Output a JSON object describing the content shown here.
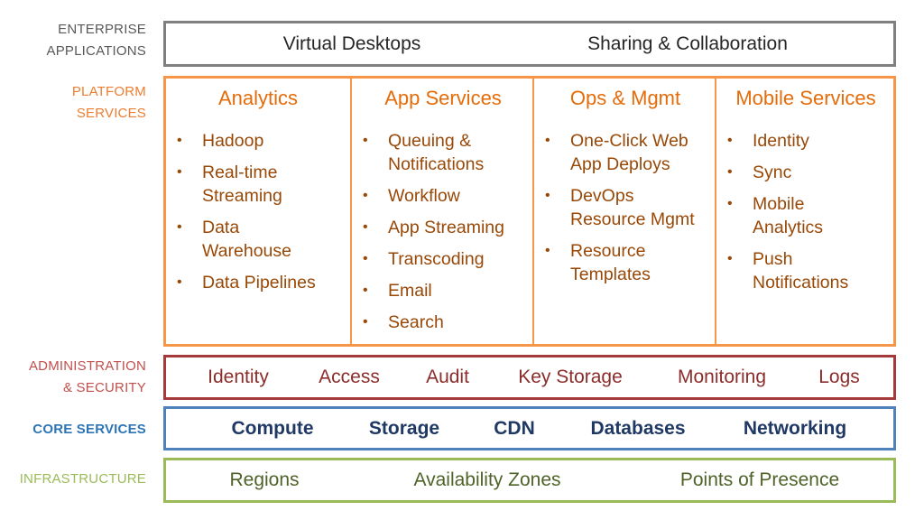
{
  "enterprise": {
    "label": [
      "ENTERPRISE",
      "APPLICATIONS"
    ],
    "items": [
      "Virtual Desktops",
      "Sharing & Collaboration"
    ]
  },
  "platform": {
    "label": [
      "PLATFORM",
      "SERVICES"
    ],
    "columns": [
      {
        "title": "Analytics",
        "items": [
          "Hadoop",
          "Real-time Streaming",
          "Data Warehouse",
          "Data Pipelines"
        ]
      },
      {
        "title": "App Services",
        "items": [
          "Queuing & Notifications",
          "Workflow",
          "App Streaming",
          "Transcoding",
          "Email",
          "Search"
        ]
      },
      {
        "title": "Ops & Mgmt",
        "items": [
          "One-Click Web App Deploys",
          "DevOps Resource Mgmt",
          "Resource Templates"
        ]
      },
      {
        "title": "Mobile Services",
        "items": [
          "Identity",
          "Sync",
          "Mobile Analytics",
          "Push Notifications"
        ]
      }
    ]
  },
  "administration": {
    "label": [
      "ADMINISTRATION",
      "& SECURITY"
    ],
    "items": [
      "Identity",
      "Access",
      "Audit",
      "Key Storage",
      "Monitoring",
      "Logs"
    ]
  },
  "core": {
    "label": [
      "CORE SERVICES"
    ],
    "items": [
      "Compute",
      "Storage",
      "CDN",
      "Databases",
      "Networking"
    ]
  },
  "infrastructure": {
    "label": [
      "INFRASTRUCTURE"
    ],
    "items": [
      "Regions",
      "Availability Zones",
      "Points of Presence"
    ]
  },
  "bullet": "•"
}
